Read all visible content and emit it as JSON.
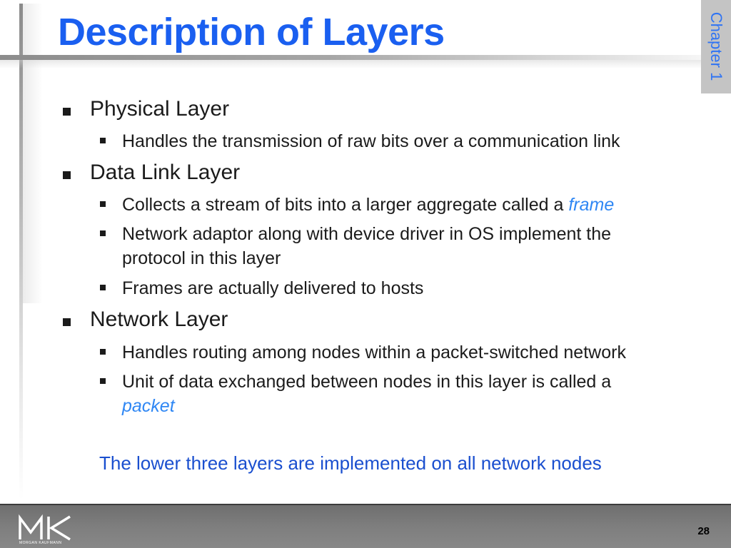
{
  "slide": {
    "title": "Description of Layers",
    "chapter_tab": "Chapter 1",
    "bullets": [
      {
        "text": "Physical Layer",
        "sub": [
          {
            "text": "Handles the transmission of raw bits over a communication link"
          }
        ]
      },
      {
        "text": "Data Link Layer",
        "sub": [
          {
            "text": "Collects a stream of bits into a larger aggregate called a ",
            "emphasis": "frame"
          },
          {
            "line1": "Network adaptor along with device driver in OS implement the",
            "line2": "protocol in this layer"
          },
          {
            "text": "Frames are actually delivered to hosts"
          }
        ]
      },
      {
        "text": "Network Layer",
        "sub": [
          {
            "text": "Handles routing among nodes within a packet-switched network"
          },
          {
            "line1": "Unit of data exchanged between nodes in this layer is called a",
            "emphasis": "packet"
          }
        ]
      }
    ],
    "note": "The lower three layers are implemented on all network nodes"
  },
  "footer": {
    "logo_text": "MORGAN KAUFMANN",
    "logo_icon": "mk-logo-icon",
    "page_number": "28"
  },
  "colors": {
    "title": "#1a5ff0",
    "emphasis": "#2f87f4",
    "note": "#1a4fcf",
    "chapter_tab_bg": "#c4c4c4",
    "footer_bg": "#7e7e7e"
  }
}
